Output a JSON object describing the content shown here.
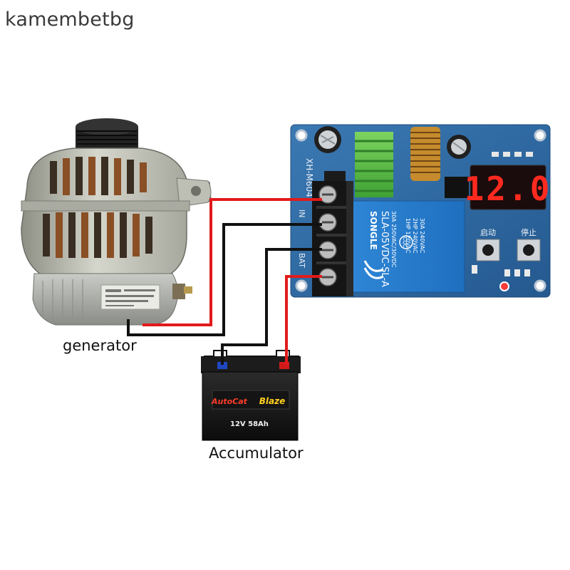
{
  "watermark": "kamembetbg",
  "labels": {
    "generator": "generator",
    "accumulator": "Accumulator"
  },
  "board": {
    "model": "XH-M604",
    "terminal_in": "IN",
    "terminal_bat": "BAT",
    "display": "12.0",
    "start_label": "启动",
    "stop_label": "停止"
  },
  "relay": {
    "brand": "SONGLE",
    "model": "SLA-05VDC-SL-A",
    "rating_1": "30A 250VAC/30VDC",
    "rating_2": "1HP 120VAC",
    "rating_3": "2HP 240VAC",
    "rating_4": "30A 240VAC",
    "cert": "CQC"
  },
  "battery": {
    "brand_left": "AutoCat",
    "brand_right": "Blaze",
    "spec": "12V 58Ah"
  },
  "colors": {
    "positive_wire": "#e21b1b",
    "negative_wire": "#111111",
    "pcb": "#2d6aa3",
    "display_digits": "#ff2a1f"
  }
}
